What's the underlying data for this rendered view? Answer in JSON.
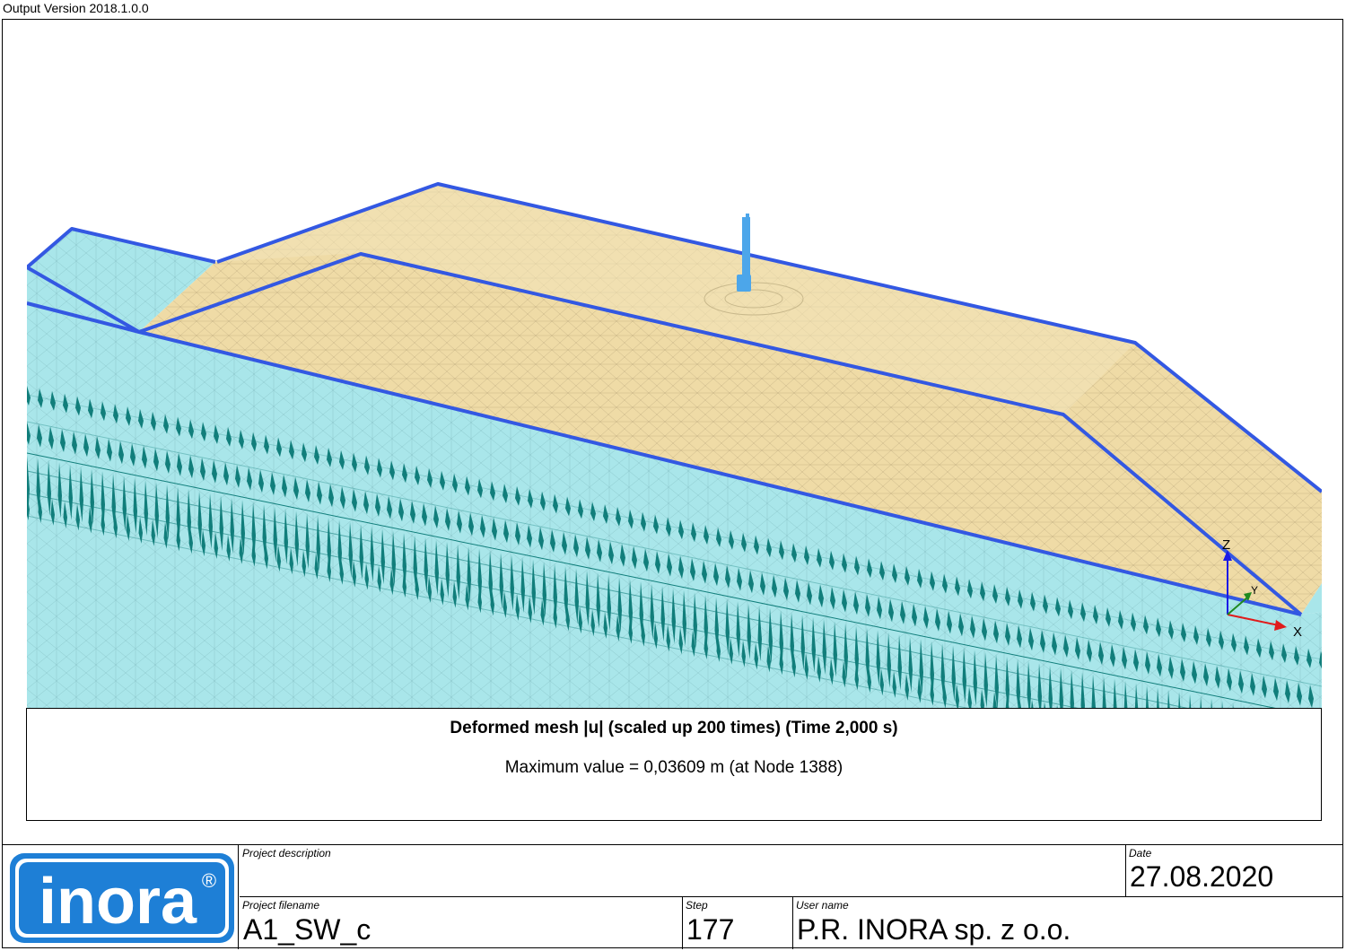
{
  "header": {
    "output_version": "Output Version 2018.1.0.0"
  },
  "viewport": {
    "axes": {
      "x_label": "X",
      "y_label": "Y",
      "z_label": "Z"
    },
    "colors": {
      "sand": "#efdba6",
      "soil": "#a9e6ea",
      "boundary": "#3358e2",
      "arrows": "#117e7b",
      "load": "#4ca6ea"
    }
  },
  "caption": {
    "title": "Deformed mesh |u| (scaled up 200 times) (Time 2,000 s)",
    "max_value": "Maximum value = 0,03609 m (at Node 1388)"
  },
  "info": {
    "logo_text": "inora",
    "logo_mark": "®",
    "project_description_label": "Project description",
    "project_description": "",
    "date_label": "Date",
    "date": "27.08.2020",
    "project_filename_label": "Project filename",
    "project_filename": "A1_SW_c",
    "step_label": "Step",
    "step": "177",
    "user_name_label": "User name",
    "user_name": "P.R. INORA sp. z o.o."
  }
}
